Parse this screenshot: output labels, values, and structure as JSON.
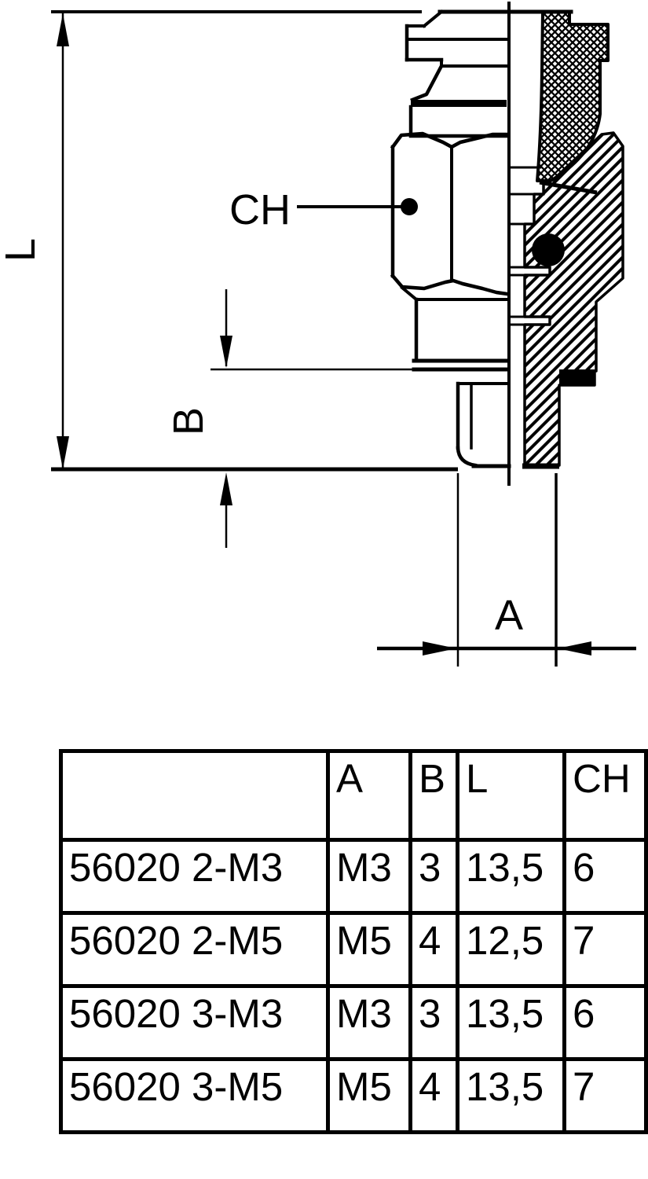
{
  "drawing": {
    "label_l": "L",
    "label_b": "B",
    "label_a": "A",
    "label_ch": "CH"
  },
  "table": {
    "header": [
      "",
      "A",
      "B",
      "L",
      "CH"
    ],
    "rows": [
      [
        "56020 2-M3",
        "M3",
        "3",
        "13,5",
        "6"
      ],
      [
        "56020 2-M5",
        "M5",
        "4",
        "12,5",
        "7"
      ],
      [
        "56020 3-M3",
        "M3",
        "3",
        "13,5",
        "6"
      ],
      [
        "56020 3-M5",
        "M5",
        "4",
        "13,5",
        "7"
      ]
    ]
  },
  "colors": {
    "ink": "#000000",
    "paper": "#ffffff"
  }
}
